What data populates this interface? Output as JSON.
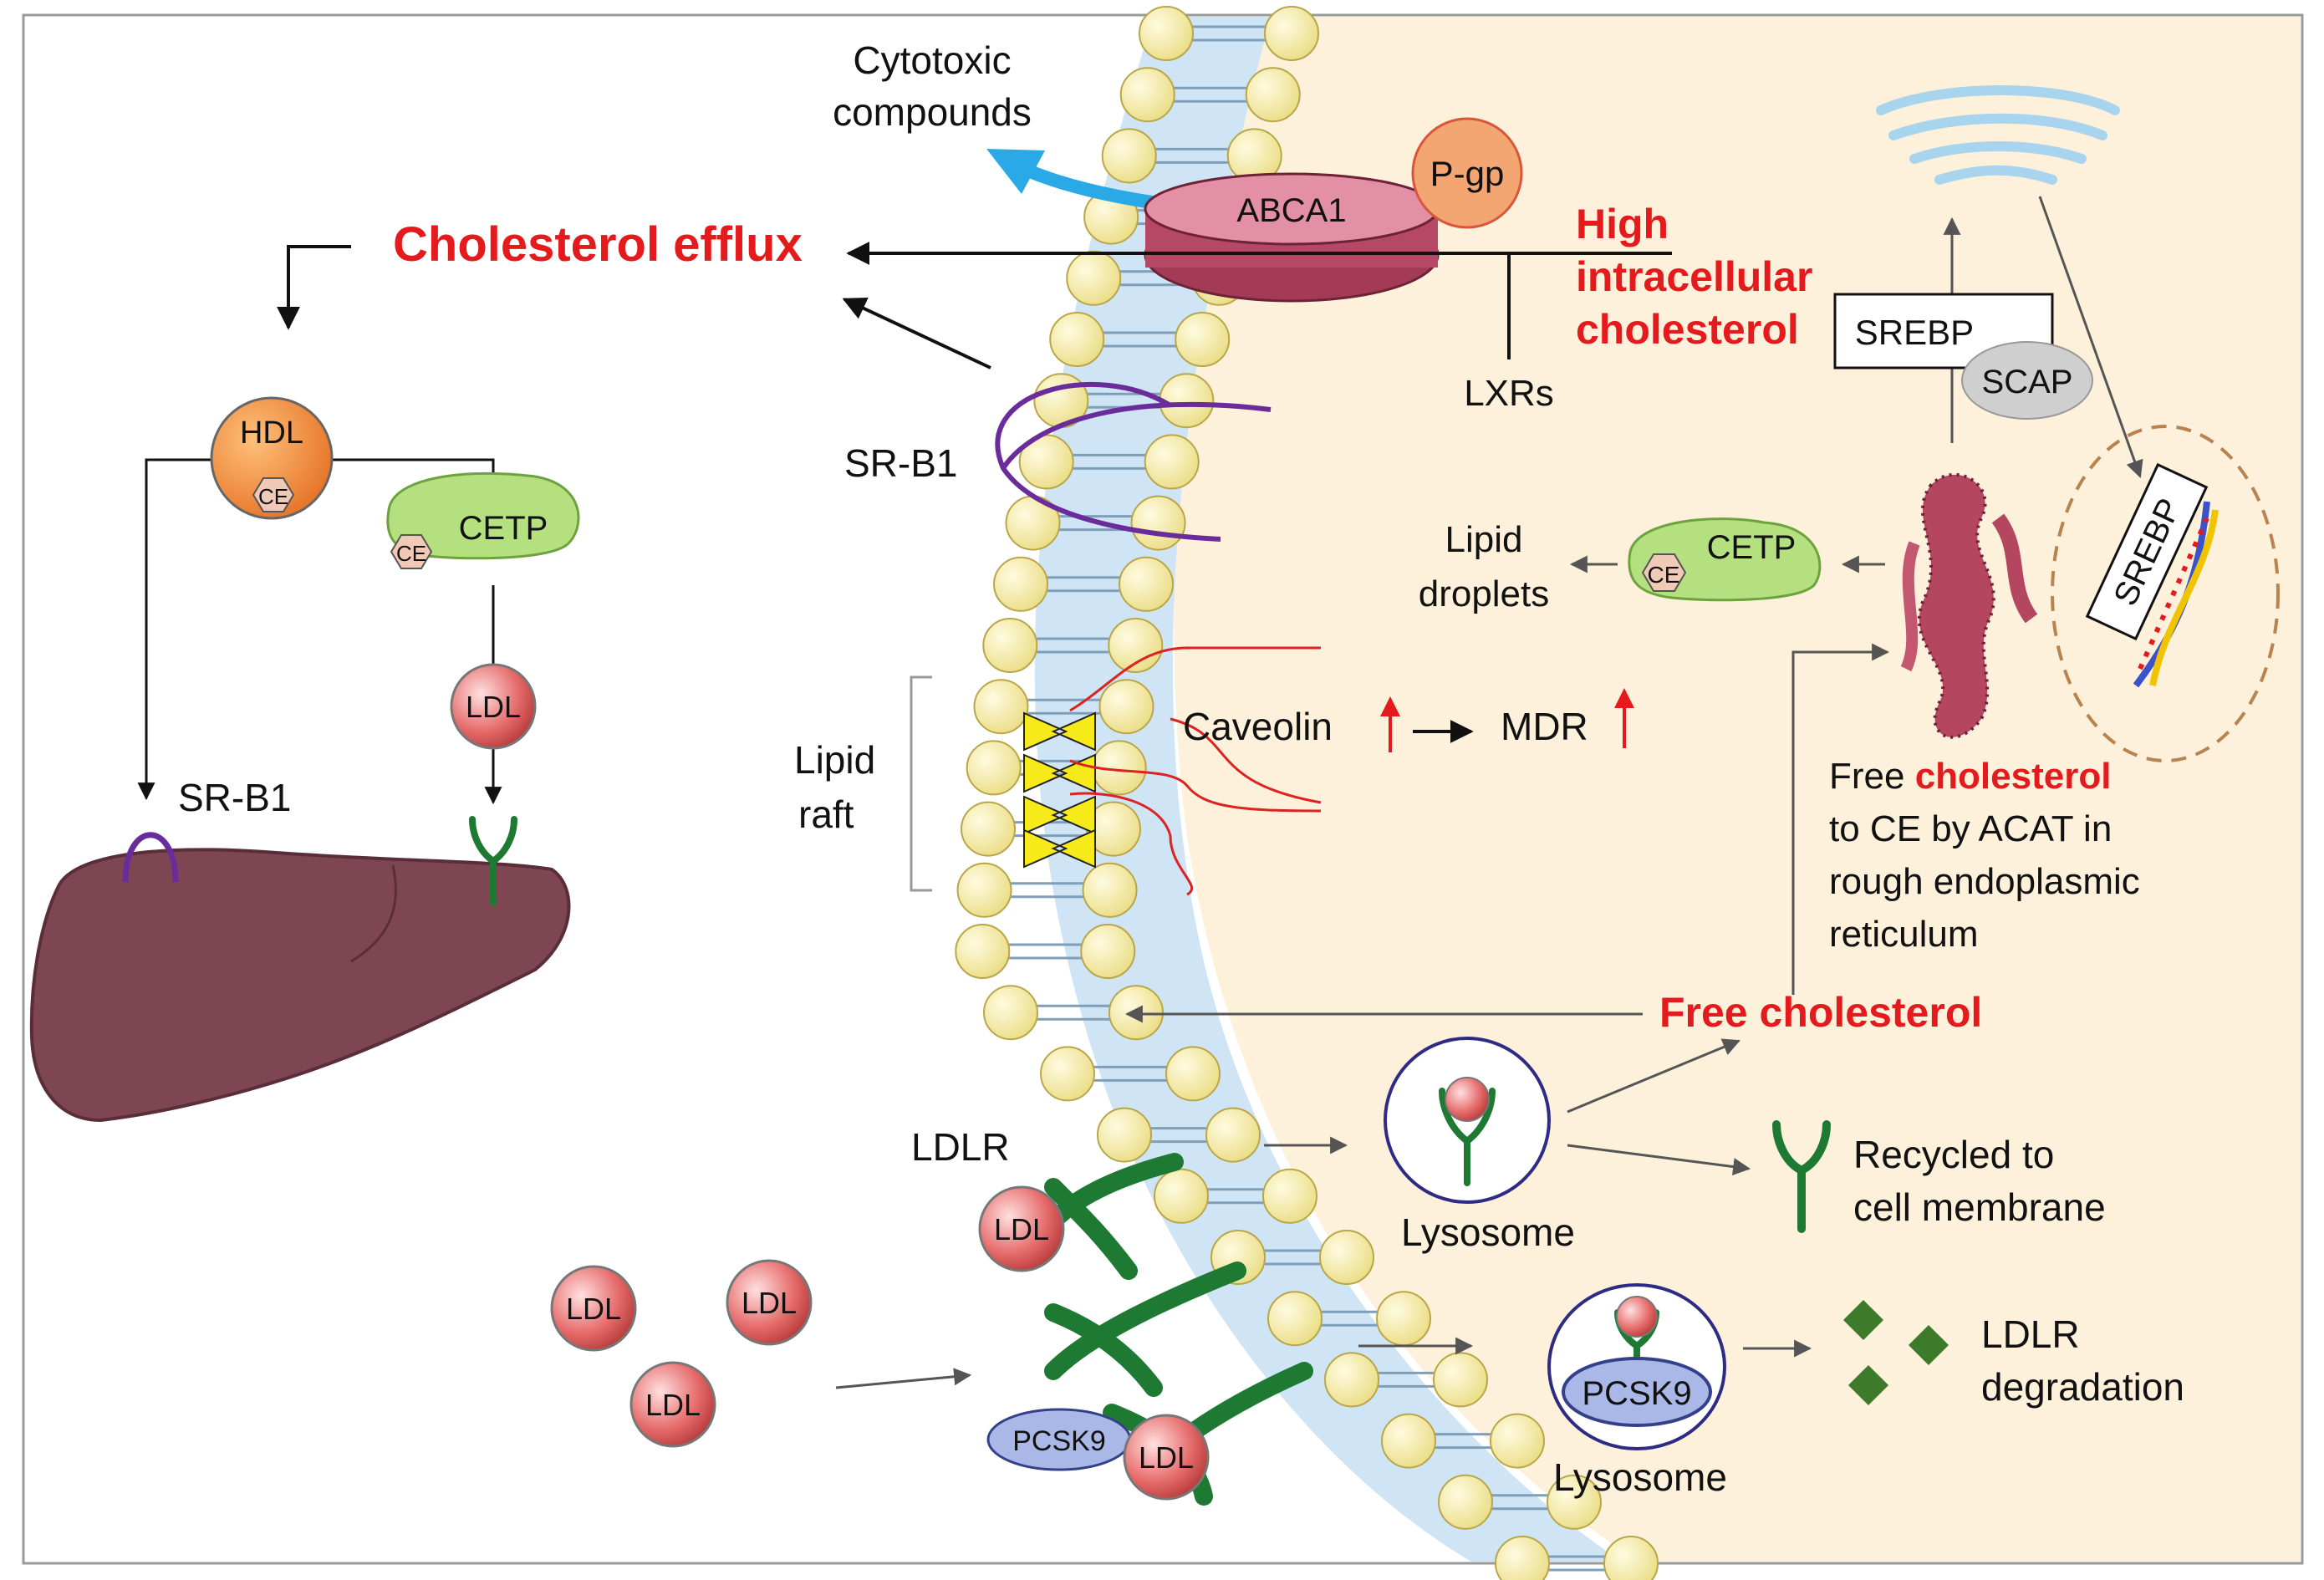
{
  "labels": {
    "cytotoxic_1": "Cytotoxic",
    "cytotoxic_2": "compounds",
    "pgp": "P-gp",
    "abca1": "ABCA1",
    "cholesterol_efflux": "Cholesterol efflux",
    "high_1": "High",
    "high_2": "intracellular",
    "high_3": "cholesterol",
    "lxrs": "LXRs",
    "srebp_box": "SREBP",
    "scap": "SCAP",
    "srebp_nucleus": "SREBP",
    "hdl": "HDL",
    "ce": "CE",
    "cetp": "CETP",
    "ldl": "LDL",
    "srb1_membrane": "SR-B1",
    "srb1_liver": "SR-B1",
    "lipid_droplets_1": "Lipid",
    "lipid_droplets_2": "droplets",
    "lipid_raft_1": "Lipid",
    "lipid_raft_2": "raft",
    "caveolin": "Caveolin",
    "mdr": "MDR",
    "free_chol_text_1a": "Free ",
    "free_chol_text_1b": "cholesterol",
    "free_chol_text_2": "to CE by ACAT in",
    "free_chol_text_3": "rough endoplasmic",
    "free_chol_text_4": "reticulum",
    "free_cholesterol": "Free cholesterol",
    "ldlr": "LDLR",
    "lysosome": "Lysosome",
    "recycled_1": "Recycled to",
    "recycled_2": "cell membrane",
    "pcsk9": "PCSK9",
    "ldlr_degradation_1": "LDLR",
    "ldlr_degradation_2": "degradation"
  },
  "colors": {
    "highlight_red": "#e41a1c",
    "cytoplasm": "#fdf1dc",
    "liver": "#7d4652",
    "ldl": "#e26666",
    "hdl": "#ee7f2d",
    "cetp": "#a6d86a",
    "ldlr": "#1e7a32",
    "pcsk9": "#aab8e8",
    "efflux_arrow": "#29a9e6"
  }
}
